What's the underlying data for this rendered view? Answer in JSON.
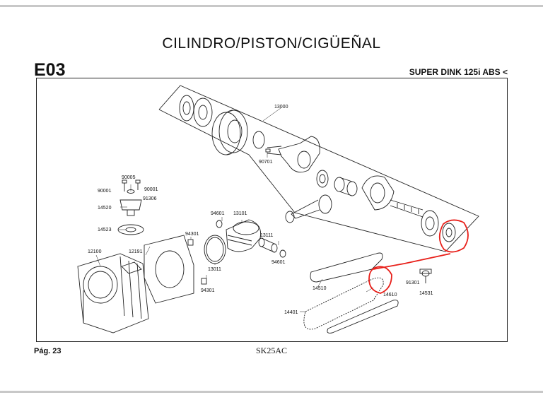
{
  "header": {
    "title": "CILINDRO/PISTON/CIGÜEÑAL",
    "section_code": "E03",
    "model": "SUPER DINK 125i ABS <"
  },
  "footer": {
    "page": "Pág. 23",
    "doc_code": "SK25AC"
  },
  "parts": {
    "p13000": "13000",
    "p90701": "90701",
    "p90005": "90005",
    "p90001a": "90001",
    "p90001b": "90001",
    "p91306": "91306",
    "p14520": "14520",
    "p14523": "14523",
    "p94601a": "94601",
    "p13101": "13101",
    "p94301a": "94301",
    "p13111": "13111",
    "p94601b": "94601",
    "p12100": "12100",
    "p12191": "12191",
    "p13011": "13011",
    "p94301b": "94301",
    "p14510": "14510",
    "p91301": "91301",
    "p14531": "14531",
    "p14610": "14610",
    "p14401": "14401"
  },
  "colors": {
    "highlight": "#e8201a",
    "line": "#222222",
    "frame": "#222222",
    "rule": "#c8c8c8"
  },
  "icons": {
    "annotation": "red-circle-highlight"
  }
}
